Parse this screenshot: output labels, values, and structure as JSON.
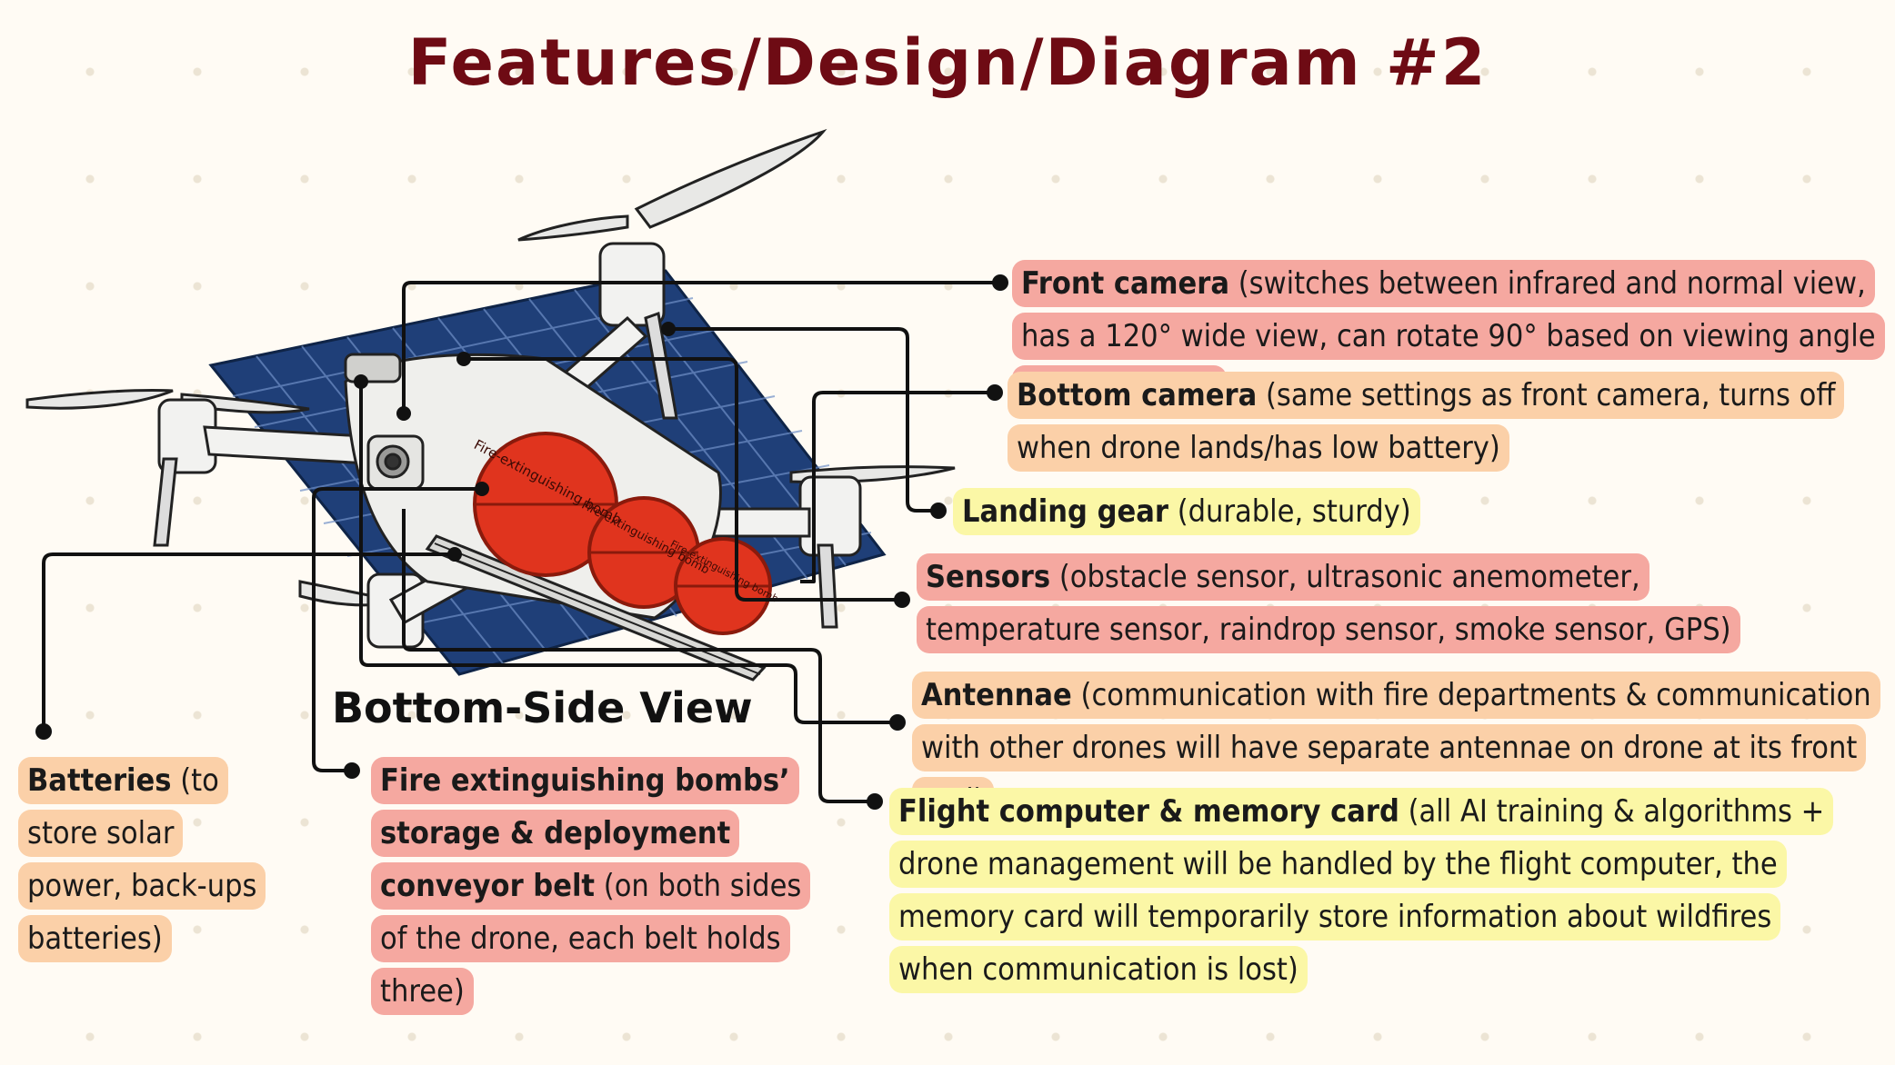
{
  "title": "Features/Design/Diagram #2",
  "view_label": "Bottom-Side View",
  "bomb_label": "Fire-extinguishing bomb",
  "colors": {
    "title": "#6e0b14",
    "highlight_red": "#f5a8a0",
    "highlight_orange": "#fbd0a8",
    "highlight_yellow": "#fbf7a6",
    "bomb": "#e0341e",
    "solar_panel": "#1f3f78"
  },
  "labels": {
    "front_camera": {
      "name": "Front camera",
      "desc": " (switches between infrared and normal view, has a 120° wide view, can rotate 90° based on viewing angle requirements)"
    },
    "bottom_camera": {
      "name": "Bottom camera",
      "desc": " (same settings as front camera, turns off when drone lands/has low battery)"
    },
    "landing_gear": {
      "name": "Landing gear",
      "desc": " (durable, sturdy)"
    },
    "sensors": {
      "name": "Sensors",
      "desc": " (obstacle sensor, ultrasonic anemometer, temperature sensor, raindrop sensor, smoke sensor, GPS)"
    },
    "antennae": {
      "name": "Antennae",
      "desc": " (communication with fire departments & communication with other drones will have separate antennae on drone at its front end)"
    },
    "flight_computer": {
      "name": "Flight computer & memory card",
      "desc": " (all AI training & algorithms + drone management will be handled by the flight computer, the memory card will temporarily store information about wildfires when communication is lost)"
    },
    "batteries": {
      "name": "Batteries",
      "desc": " (to store solar power, back-ups batteries)"
    },
    "bombs_storage": {
      "name": "Fire extinguishing bombs’ storage & deployment conveyor belt",
      "desc": " (on both sides of the drone, each belt holds three)"
    }
  }
}
